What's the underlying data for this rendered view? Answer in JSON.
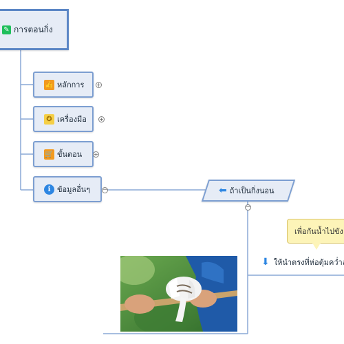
{
  "root": {
    "label": "การตอนกิ่ง",
    "icon": "edit-icon"
  },
  "topics": [
    {
      "label": "หลักการ",
      "icon": "thumbs-up-icon"
    },
    {
      "label": "เครื่องมือ",
      "icon": "medal-icon"
    },
    {
      "label": "ขั้นตอน",
      "icon": "cart-icon"
    },
    {
      "label": "ข้อมูลอื่นๆ",
      "icon": "info-icon"
    }
  ],
  "branch": {
    "label": "ถ้าเป็นกิ่งนอน",
    "icon": "arrow-left-icon"
  },
  "callout": {
    "label": "เพื่อกันน้ำไปขัง"
  },
  "subtopic": {
    "label": "ให้นำตรงที่ห่อตุ้มคว่ำลง",
    "icon": "arrow-down-icon"
  },
  "colors": {
    "node_fill": "#e6ecf6",
    "node_border": "#7c9ed1",
    "callout_fill": "#fdf4b8",
    "line": "#8aa8d6"
  }
}
